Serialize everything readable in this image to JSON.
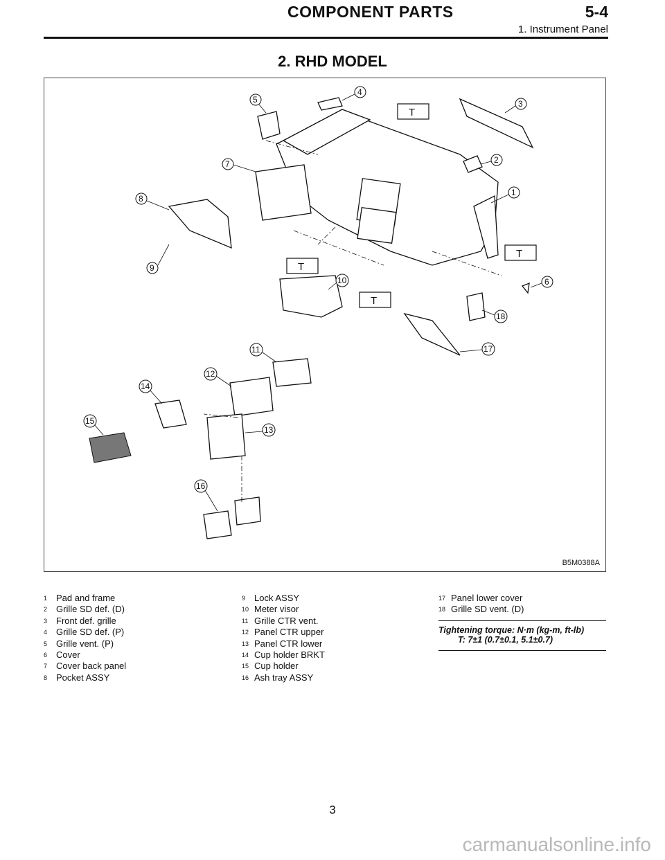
{
  "header": {
    "section_title": "COMPONENT PARTS",
    "section_code": "5-4",
    "subtitle": "1. Instrument Panel"
  },
  "page_title": "2. RHD MODEL",
  "figure": {
    "code": "B5M0388A",
    "callouts": [
      "1",
      "2",
      "3",
      "4",
      "5",
      "6",
      "7",
      "8",
      "9",
      "10",
      "11",
      "12",
      "13",
      "14",
      "15",
      "16",
      "17",
      "18"
    ],
    "torque_marker": "T"
  },
  "legend": [
    {
      "num": "1",
      "label": "Pad and frame"
    },
    {
      "num": "2",
      "label": "Grille SD def. (D)"
    },
    {
      "num": "3",
      "label": "Front def. grille"
    },
    {
      "num": "4",
      "label": "Grille SD def. (P)"
    },
    {
      "num": "5",
      "label": "Grille vent. (P)"
    },
    {
      "num": "6",
      "label": "Cover"
    },
    {
      "num": "7",
      "label": "Cover back panel"
    },
    {
      "num": "8",
      "label": "Pocket ASSY"
    },
    {
      "num": "9",
      "label": "Lock ASSY"
    },
    {
      "num": "10",
      "label": "Meter visor"
    },
    {
      "num": "11",
      "label": "Grille CTR vent."
    },
    {
      "num": "12",
      "label": "Panel CTR upper"
    },
    {
      "num": "13",
      "label": "Panel CTR lower"
    },
    {
      "num": "14",
      "label": "Cup holder BRKT"
    },
    {
      "num": "15",
      "label": "Cup holder"
    },
    {
      "num": "16",
      "label": "Ash tray ASSY"
    },
    {
      "num": "17",
      "label": "Panel lower cover"
    },
    {
      "num": "18",
      "label": "Grille SD vent. (D)"
    }
  ],
  "torque": {
    "heading": "Tightening torque: N·m (kg-m, ft-lb)",
    "value": "T:   7±1 (0.7±0.1, 5.1±0.7)"
  },
  "page_number": "3",
  "watermark": "carmanualsonline.info"
}
